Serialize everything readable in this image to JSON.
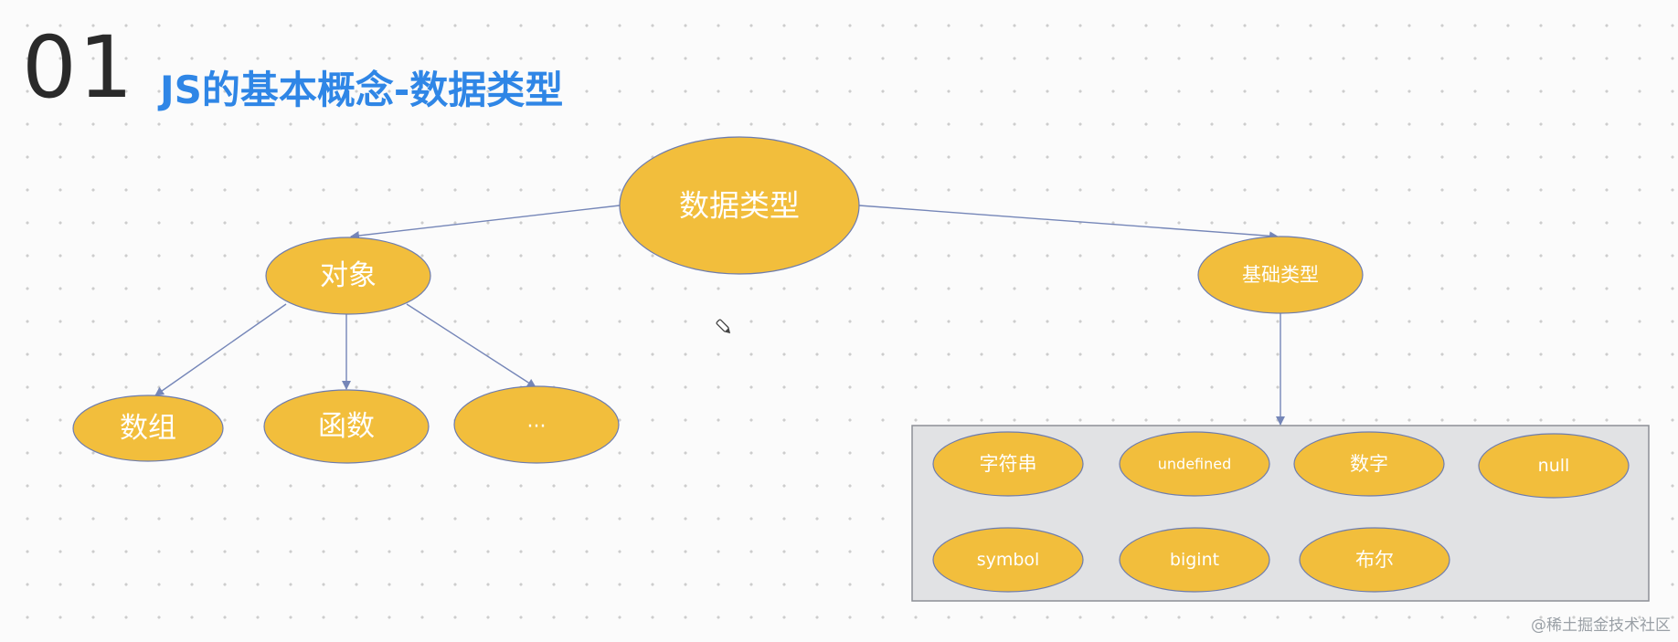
{
  "header": {
    "section_number": "01",
    "section_title": "JS的基本概念-数据类型"
  },
  "diagram": {
    "root": {
      "label": "数据类型"
    },
    "object_node": {
      "label": "对象"
    },
    "object_children": [
      {
        "label": "数组"
      },
      {
        "label": "函数"
      },
      {
        "label": "..."
      }
    ],
    "primitive_node": {
      "label": "基础类型"
    },
    "primitive_children": [
      {
        "label": "字符串"
      },
      {
        "label": "undefined"
      },
      {
        "label": "数字"
      },
      {
        "label": "null"
      },
      {
        "label": "symbol"
      },
      {
        "label": "bigint"
      },
      {
        "label": "布尔"
      }
    ],
    "colors": {
      "node_fill": "#f2be3c",
      "node_stroke": "#6d7cae",
      "edge": "#7586b8",
      "group_box": "#e1e2e4",
      "title": "#2f86e6"
    }
  },
  "watermark": "@稀土掘金技术社区",
  "icons": {
    "cursor": "pencil-cursor-icon"
  }
}
